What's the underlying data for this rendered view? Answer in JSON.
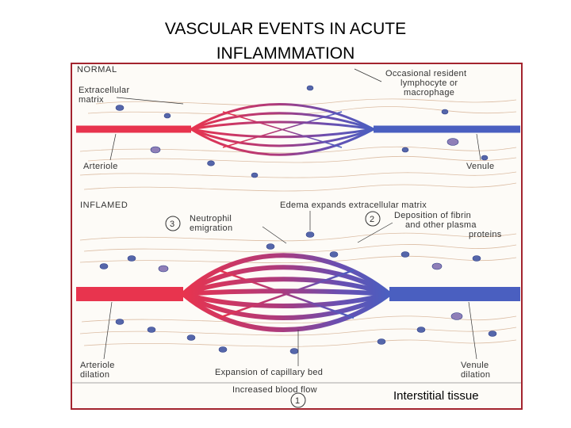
{
  "slide": {
    "title_line1": "VASCULAR EVENTS IN ACUTE",
    "title_line2": "INFLAMMMATION",
    "caption": "Interstitial tissue"
  },
  "figure": {
    "normal": {
      "header": "NORMAL",
      "extracellular_matrix": [
        "Extracellular",
        "matrix"
      ],
      "resident_cell": [
        "Occasional resident",
        "lymphocyte or",
        "macrophage"
      ],
      "arteriole": "Arteriole",
      "venule": "Venule"
    },
    "inflamed": {
      "header": "INFLAMED",
      "edema": "Edema expands extracellular matrix",
      "step3_number": "3",
      "neutrophil": [
        "Neutrophil",
        "emigration"
      ],
      "step2_number": "2",
      "fibrin": [
        "Deposition of fibrin",
        "and other plasma",
        "proteins"
      ],
      "arteriole_dilation": [
        "Arteriole",
        "dilation"
      ],
      "capillary_expansion": "Expansion of capillary bed",
      "venule_dilation": [
        "Venule",
        "dilation"
      ],
      "blood_flow": "Increased blood flow",
      "step1_number": "1"
    },
    "colors": {
      "artery": "#e8344e",
      "vein": "#4a5fc0",
      "frame": "#a3242e",
      "fiber": "#d8b69a",
      "cell": "#5566aa"
    }
  }
}
